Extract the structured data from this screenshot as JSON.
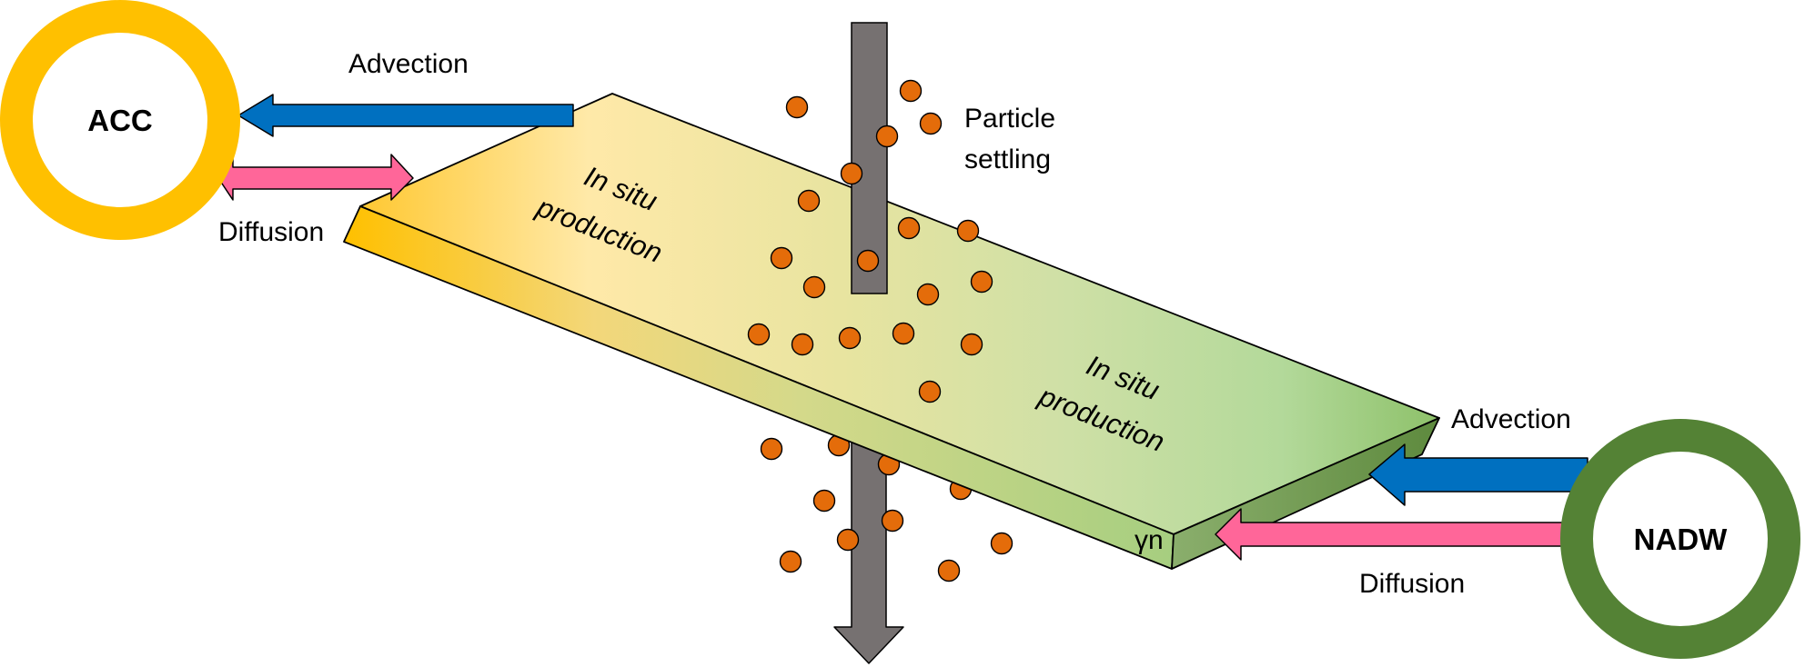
{
  "nodes": {
    "acc": {
      "label": "ACC",
      "ring_color": "#FFC000"
    },
    "nadw": {
      "label": "NADW",
      "ring_color": "#548235"
    }
  },
  "labels": {
    "advection_left": "Advection",
    "diffusion_left": "Diffusion",
    "advection_right": "Advection",
    "diffusion_right": "Diffusion",
    "particle_line1": "Particle",
    "particle_line2": "settling",
    "in_situ_left_1": "In situ",
    "in_situ_left_2": "production",
    "in_situ_right_1": "In situ",
    "in_situ_right_2": "production",
    "gamma": "γn"
  },
  "colors": {
    "advection": "#0070C0",
    "diffusion": "#FF6699",
    "settling_column": "#767171",
    "particles": "#E46C0A",
    "slab_warm": "#FFC000",
    "slab_cool": "#70AD47"
  },
  "icons": {
    "advection": "arrow-left-icon",
    "diffusion": "double-arrow-icon",
    "settling": "arrow-down-icon",
    "particle": "particle-dot-icon"
  }
}
